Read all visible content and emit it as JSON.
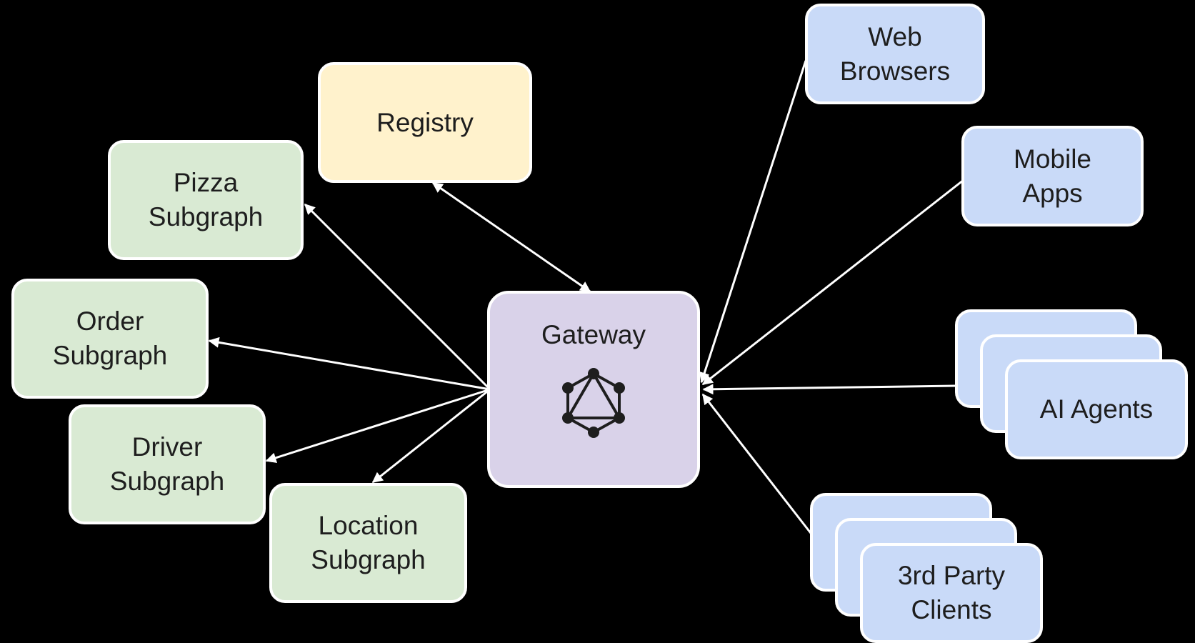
{
  "nodes": {
    "registry": "Registry",
    "pizza": "Pizza\nSubgraph",
    "order": "Order\nSubgraph",
    "driver": "Driver\nSubgraph",
    "location": "Location\nSubgraph",
    "gateway": "Gateway",
    "web": "Web\nBrowsers",
    "mobile": "Mobile\nApps",
    "ai": "AI Agents",
    "third_party": "3rd Party\nClients"
  },
  "icons": {
    "gateway": "graphql-icon"
  },
  "colors": {
    "background": "#000000",
    "subgraph": "#d9ead3",
    "registry": "#fff2cc",
    "gateway": "#d9d2e9",
    "client": "#c9daf8",
    "connector": "#ffffff"
  }
}
